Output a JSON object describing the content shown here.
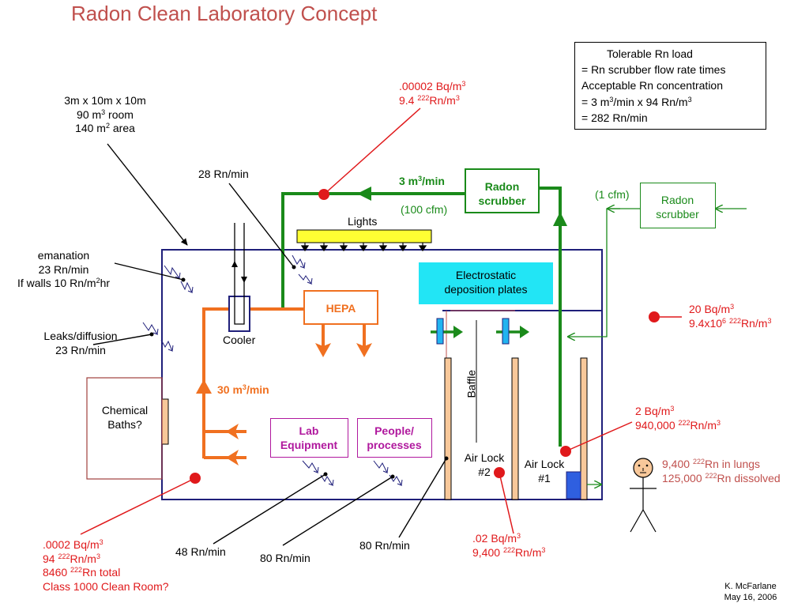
{
  "title": "Radon Clean Laboratory Concept",
  "info_box": {
    "line1": "Tolerable Rn load",
    "line2": "= Rn scrubber flow rate times",
    "line3": "Acceptable Rn concentration",
    "line4_a": "= 3 m",
    "line4_b": "3",
    "line4_c": "/min x 94 Rn/m",
    "line4_d": "3",
    "line5": "= 282 Rn/min"
  },
  "room": {
    "dim1": "3m x 10m x 10m",
    "dim2_a": "90 m",
    "dim2_b": "3",
    "dim2_c": " room",
    "dim3_a": "140 m",
    "dim3_b": "2",
    "dim3_c": " area"
  },
  "emanation": {
    "l1": "emanation",
    "l2": "23 Rn/min",
    "l3_a": "If walls 10 Rn/m",
    "l3_b": "2",
    "l3_c": "hr"
  },
  "leaks": {
    "l1": "Leaks/diffusion",
    "l2": "23 Rn/min"
  },
  "chemical_baths": {
    "l1": "Chemical",
    "l2": "Baths?"
  },
  "cooler": "Cooler",
  "hepa": "HEPA",
  "lights": "Lights",
  "rn28": "28 Rn/min",
  "supply_air": {
    "l1_a": ".00002 Bq/m",
    "l1_b": "3",
    "l2_a": "9.4 ",
    "l2_b": "222",
    "l2_c": "Rn/m",
    "l2_d": "3"
  },
  "flow_main": {
    "a": "3 m",
    "b": "3",
    "c": "/min"
  },
  "flow_cfm": "(100 cfm)",
  "scrubber_main": {
    "l1": "Radon",
    "l2": "scrubber"
  },
  "scrubber_small": {
    "l1": "Radon",
    "l2": "scrubber"
  },
  "flow_small": "(1 cfm)",
  "electrostatic": {
    "l1": "Electrostatic",
    "l2": "deposition plates"
  },
  "baffle": "Baffle",
  "airlock2": {
    "l1": "Air Lock",
    "l2": "#2"
  },
  "airlock1": {
    "l1": "Air Lock",
    "l2": "#1"
  },
  "recirc": {
    "a": "30 m",
    "b": "3",
    "c": "/min"
  },
  "lab_equipment": {
    "l1": "Lab",
    "l2": "Equipment"
  },
  "people": {
    "l1": "People/",
    "l2": "processes"
  },
  "outside_air": {
    "l1_a": "20 Bq/m",
    "l1_b": "3",
    "l2_a": "9.4x10",
    "l2_b": "6",
    "l2_c": " ",
    "l2_d": "222",
    "l2_e": "Rn/m",
    "l2_f": "3"
  },
  "airlock1_conc": {
    "l1_a": "2 Bq/m",
    "l1_b": "3",
    "l2_a": "940,000 ",
    "l2_b": "222",
    "l2_c": "Rn/m",
    "l2_d": "3"
  },
  "person": {
    "l1_a": "9,400 ",
    "l1_b": "222",
    "l1_c": "Rn in lungs",
    "l2_a": "125,000 ",
    "l2_b": "222",
    "l2_c": "Rn dissolved"
  },
  "airlock2_conc": {
    "l1_a": ".02 Bq/m",
    "l1_b": "3",
    "l2_a": "9,400 ",
    "l2_b": "222",
    "l2_c": "Rn/m",
    "l2_d": "3"
  },
  "cleanroom_conc": {
    "l1_a": ".0002 Bq/m",
    "l1_b": "3",
    "l2_a": "94 ",
    "l2_b": "222",
    "l2_c": "Rn/m",
    "l2_d": "3",
    "l3_a": "8460 ",
    "l3_b": "222",
    "l3_c": "Rn total",
    "l4": "Class 1000 Clean Room?"
  },
  "rn48": "48 Rn/min",
  "rn80a": "80 Rn/min",
  "rn80b": "80 Rn/min",
  "author": "K. McFarlane",
  "date": "May 16, 2006",
  "colors": {
    "title": "#c0504d",
    "red": "#e0191b",
    "green": "#1a8a1a",
    "orange": "#f07020",
    "purple": "#b0189e",
    "navy": "#1f1f7a",
    "cyan": "#22e5f5",
    "lights": "#ffff33"
  }
}
